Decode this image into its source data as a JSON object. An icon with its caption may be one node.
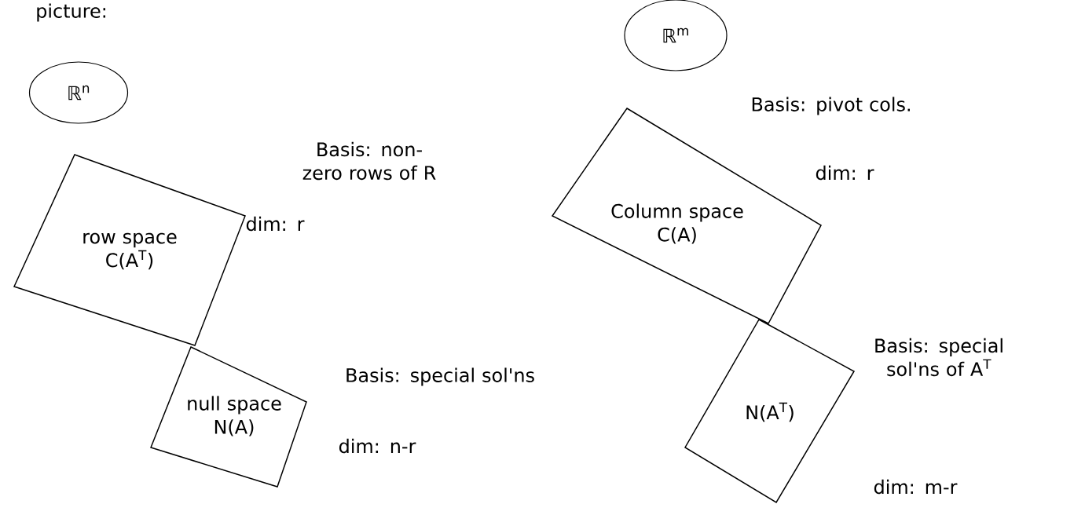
{
  "diagram": {
    "nodes": [
      {
        "text": [
          "ℝ$^{n}$"
        ]
      },
      {
        "text": [
          "row space",
          "C(A$^{T}$)"
        ],
        "beside": [
          "Basis: non-zero rows of R",
          "dim: r"
        ]
      },
      {
        "text": [
          "null space",
          "N(A)"
        ],
        "beside": [
          "Basis: special sol'ns",
          "dim: n-r"
        ]
      },
      {
        "text": [
          "ℝ$^{m}$"
        ]
      },
      {
        "text": [
          "Column space",
          "C(A)"
        ],
        "beside": [
          "Basis: pivot cols.",
          "dim: r"
        ]
      },
      {
        "text": [
          "N(A$^{T}$)"
        ],
        "beside": [
          "Basis: special sol'ns of A$^{T}$",
          "dim: m-r"
        ]
      }
    ],
    "labels": [
      "picture:"
    ]
  }
}
